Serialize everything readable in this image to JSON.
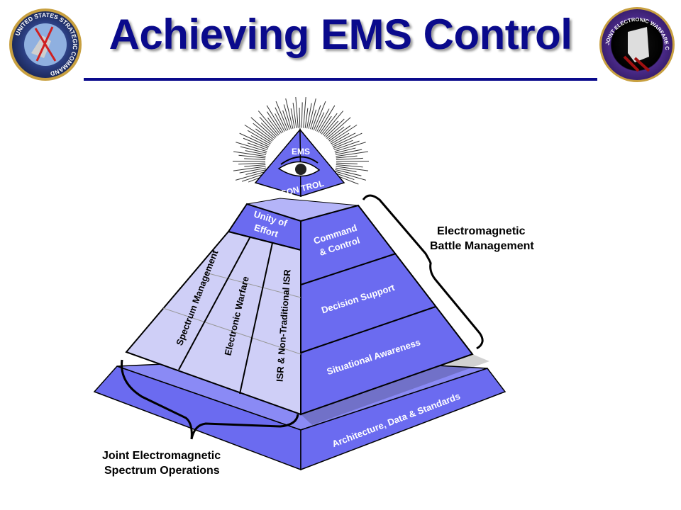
{
  "header": {
    "title": "Achieving EMS Control",
    "left_logo_text": "UNITED STATES STRATEGIC COMMAND",
    "right_logo_text": "JOINT ELECTRONIC WARFARE CENTER"
  },
  "pyramid": {
    "capstone_top": "EMS",
    "capstone_bottom": "CON TROL",
    "unity": [
      "Unity of",
      "Effort"
    ],
    "left_columns": [
      "Spectrum Management",
      "Electronic Warfare",
      "ISR & Non-Traditional ISR"
    ],
    "right_layers": {
      "command": [
        "Command",
        "& Control"
      ],
      "decision": "Decision Support",
      "situational": "Situational Awareness"
    },
    "base": "Architecture, Data & Standards"
  },
  "annotations": {
    "right_bracket": [
      "Electromagnetic",
      "Battle Management"
    ],
    "left_bracket": [
      "Joint Electromagnetic",
      "Spectrum Operations"
    ]
  },
  "colors": {
    "title": "#0a0a8c",
    "face": "#6b6bf0",
    "panel": "#cfcff7"
  }
}
